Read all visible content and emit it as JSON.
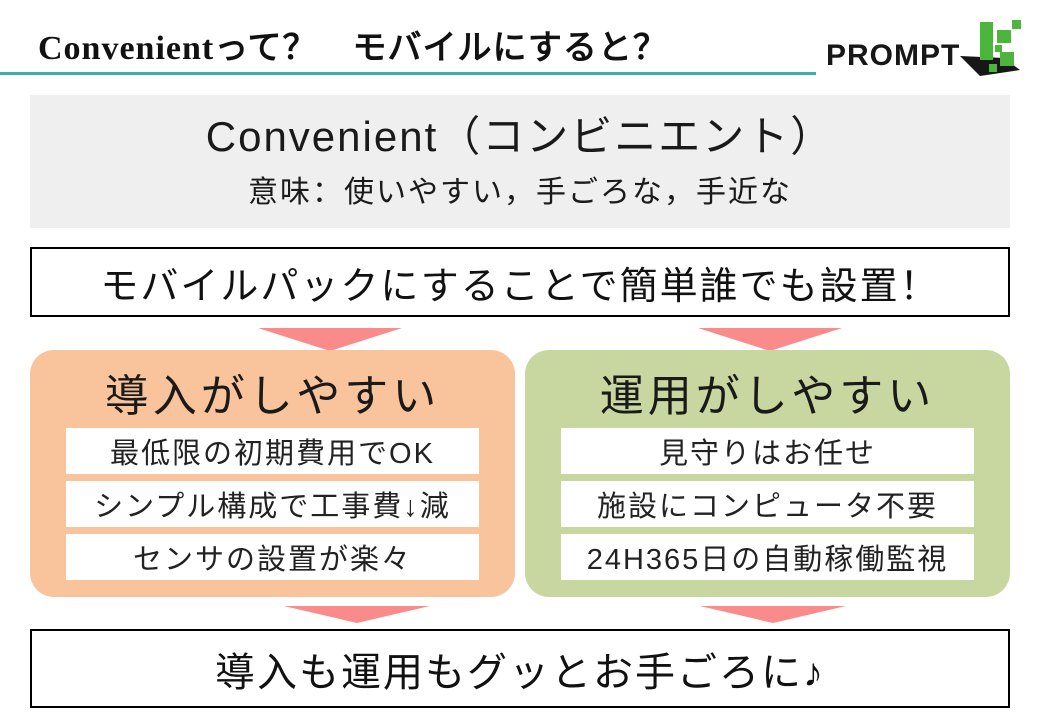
{
  "slide": {
    "title": "Convenientって？　モバイルにすると？",
    "logo": {
      "text": "PROMPT",
      "icon": "pixel-k-icon"
    },
    "definition_box": {
      "term": "Convenient（コンビニエント）",
      "meaning": "意味：使いやすい，手ごろな，手近な"
    },
    "statement_box": "モバイルパックにすることで簡単誰でも設置！",
    "columns": [
      {
        "heading": "導入がしやすい",
        "accent_color": "#F9C49B",
        "items": [
          "最低限の初期費用でOK",
          "シンプル構成で工事費↓減",
          "センサの設置が楽々"
        ]
      },
      {
        "heading": "運用がしやすい",
        "accent_color": "#C8D7A0",
        "items": [
          "見守りはお任せ",
          "施設にコンピュータ不要",
          "24H365日の自動稼働監視"
        ]
      }
    ],
    "conclusion_box": "導入も運用もグッとお手ごろに♪",
    "colors": {
      "title_rule_teal": "#3BADAD",
      "arrow_pink": "#F98B8B",
      "definition_gray": "#EFEFEF",
      "logo_green": "#4CB53C",
      "box_border": "#000000"
    }
  }
}
